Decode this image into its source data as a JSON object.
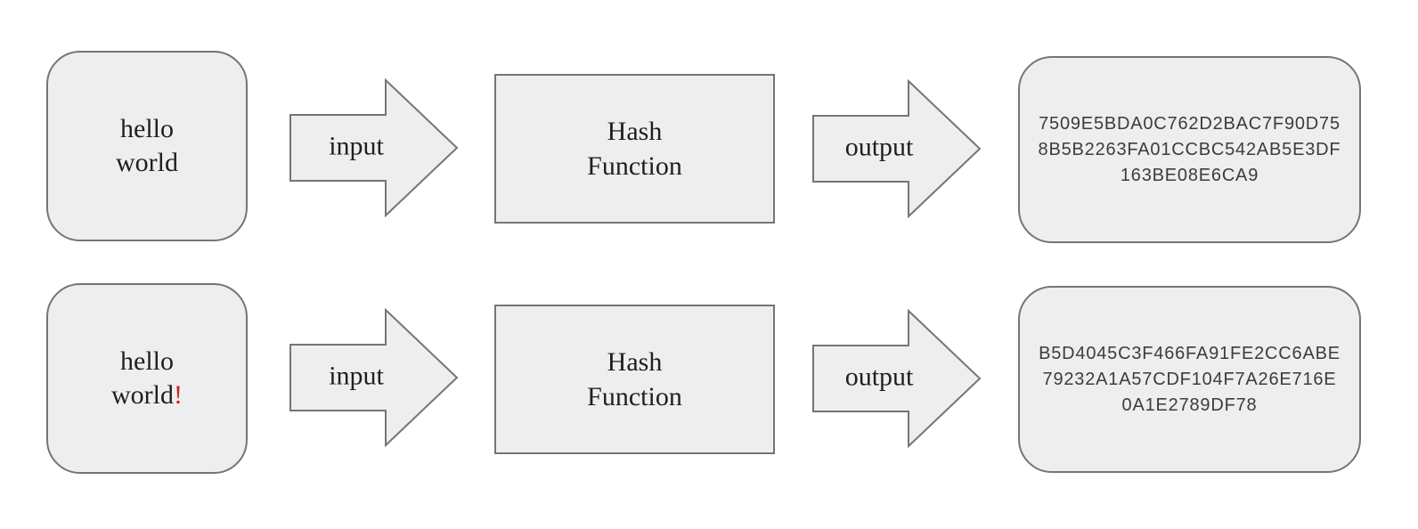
{
  "colors": {
    "background": "#ffffff",
    "shape_fill": "#eeeeee",
    "shape_border": "#757575",
    "text": "#1f1f1f",
    "hash_text": "#3c3c3c",
    "accent_red": "#cb2420"
  },
  "rows": [
    {
      "input": {
        "line1": "hello",
        "line2": "world",
        "suffix": ""
      },
      "input_arrow_label": "input",
      "processor_line1": "Hash",
      "processor_line2": "Function",
      "output_arrow_label": "output",
      "hash_lines": [
        "7509E5BDA0C762D2BAC7F90D75",
        "8B5B2263FA01CCBC542AB5E3DF",
        "163BE08E6CA9"
      ]
    },
    {
      "input": {
        "line1": "hello",
        "line2": "world",
        "suffix": "!"
      },
      "input_arrow_label": "input",
      "processor_line1": "Hash",
      "processor_line2": "Function",
      "output_arrow_label": "output",
      "hash_lines": [
        "B5D4045C3F466FA91FE2CC6ABE",
        "79232A1A57CDF104F7A26E716E",
        "0A1E2789DF78"
      ]
    }
  ]
}
